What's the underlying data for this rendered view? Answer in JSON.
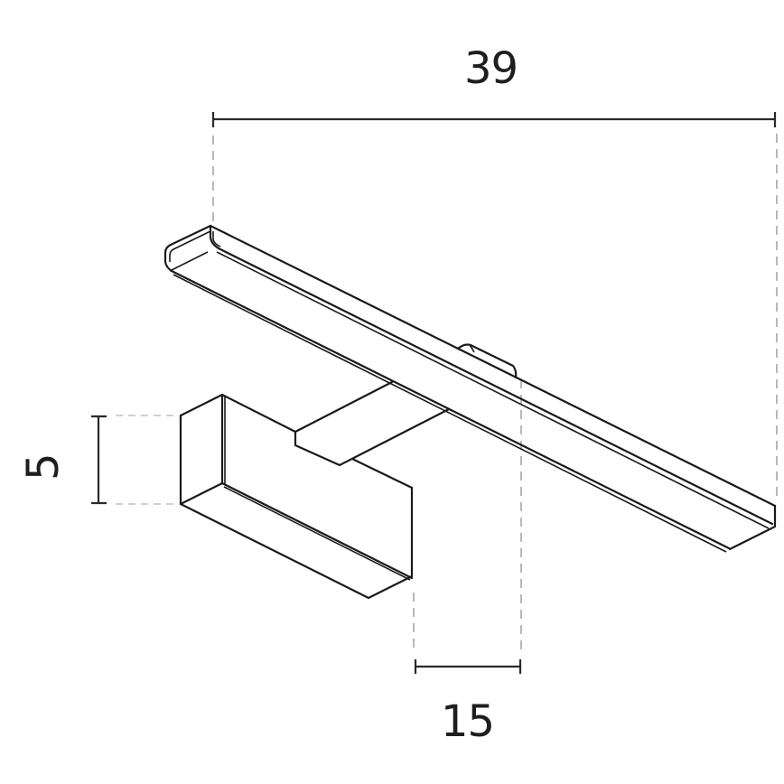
{
  "drawing": {
    "title": "Wall light bar dimension drawing",
    "units": "cm",
    "stroke_color": "#1a1a1a",
    "dimension_line_color": "#2a2a2a",
    "extension_line_color": "#9a9a9a",
    "background": "#ffffff"
  },
  "dimensions": {
    "width": {
      "label": "39",
      "orientation": "horizontal",
      "position": "top"
    },
    "height": {
      "label": "5",
      "orientation": "vertical",
      "position": "left"
    },
    "depth": {
      "label": "15",
      "orientation": "horizontal",
      "position": "bottom"
    }
  },
  "parts": [
    {
      "name": "light bar"
    },
    {
      "name": "connector arm"
    },
    {
      "name": "wall mount block"
    }
  ]
}
